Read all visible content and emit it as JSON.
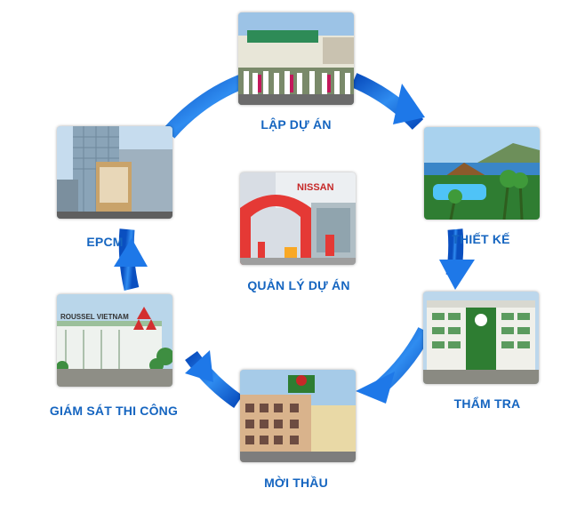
{
  "colors": {
    "label": "#1565c0",
    "arrow_dark": "#0b57c7",
    "arrow_light": "#5fb0ff"
  },
  "nodes": {
    "lap_du_an": {
      "label": "LẬP DỰ ÁN",
      "image": "project-crowd-photo"
    },
    "thiet_ke": {
      "label": "THIẾT KẾ",
      "image": "resort-pool-photo"
    },
    "tham_tra": {
      "label": "THẨM TRA",
      "image": "office-building-photo"
    },
    "moi_thau": {
      "label": "MỜI THẦU",
      "image": "urban-building-photo"
    },
    "giam_sat": {
      "label": "GIÁM SÁT THI CÔNG",
      "image": "factory-photo"
    },
    "epcm": {
      "label": "EPCM",
      "image": "tower-photo"
    },
    "center": {
      "label": "QUẢN LÝ DỰ ÁN",
      "image": "showroom-event-photo"
    }
  },
  "photo_text": {
    "nissan": "NISSAN",
    "roussel": "ROUSSEL VIETNAM"
  }
}
